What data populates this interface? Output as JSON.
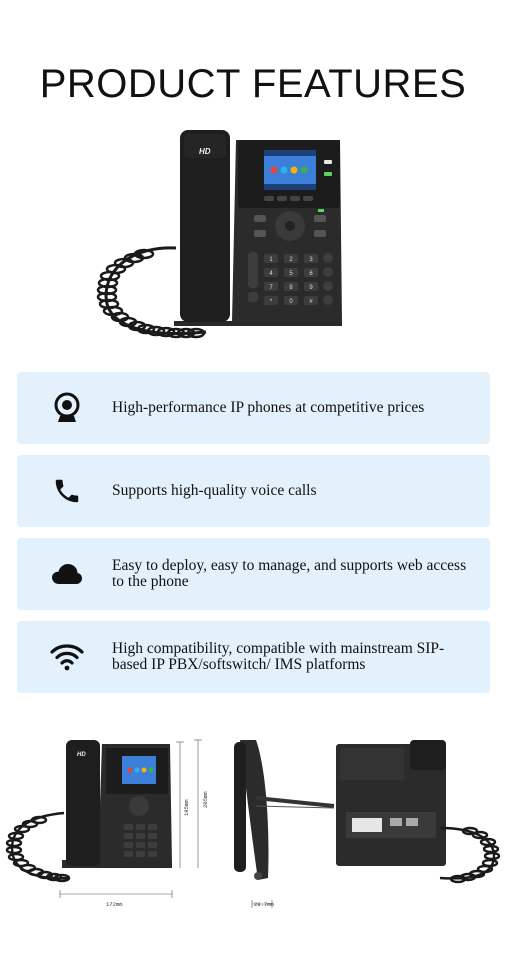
{
  "page": {
    "title": "PRODUCT FEATURES"
  },
  "phone": {
    "handset_logo": "HD",
    "keypad": [
      "1",
      "2",
      "3",
      "4",
      "5",
      "6",
      "7",
      "8",
      "9",
      "*",
      "0",
      "#"
    ]
  },
  "features": [
    {
      "icon": "webcam-icon",
      "text": "High-performance IP phones at competitive prices"
    },
    {
      "icon": "phone-icon",
      "text": "Supports high-quality voice calls"
    },
    {
      "icon": "cloud-icon",
      "text": "Easy to deploy, easy to manage, and supports web access to the phone"
    },
    {
      "icon": "wifi-icon",
      "text": "High compatibility, compatible with mainstream SIP-based IP PBX/softswitch/ IMS platforms"
    }
  ],
  "dimensions": {
    "width": "172mm",
    "height_total": "205mm",
    "height_body": "195mm",
    "depth": "28.7mm"
  },
  "colors": {
    "card_bg": "#e2f1fb",
    "device_body": "#2b2b2b",
    "screen_blue": "#3b7fd8"
  }
}
